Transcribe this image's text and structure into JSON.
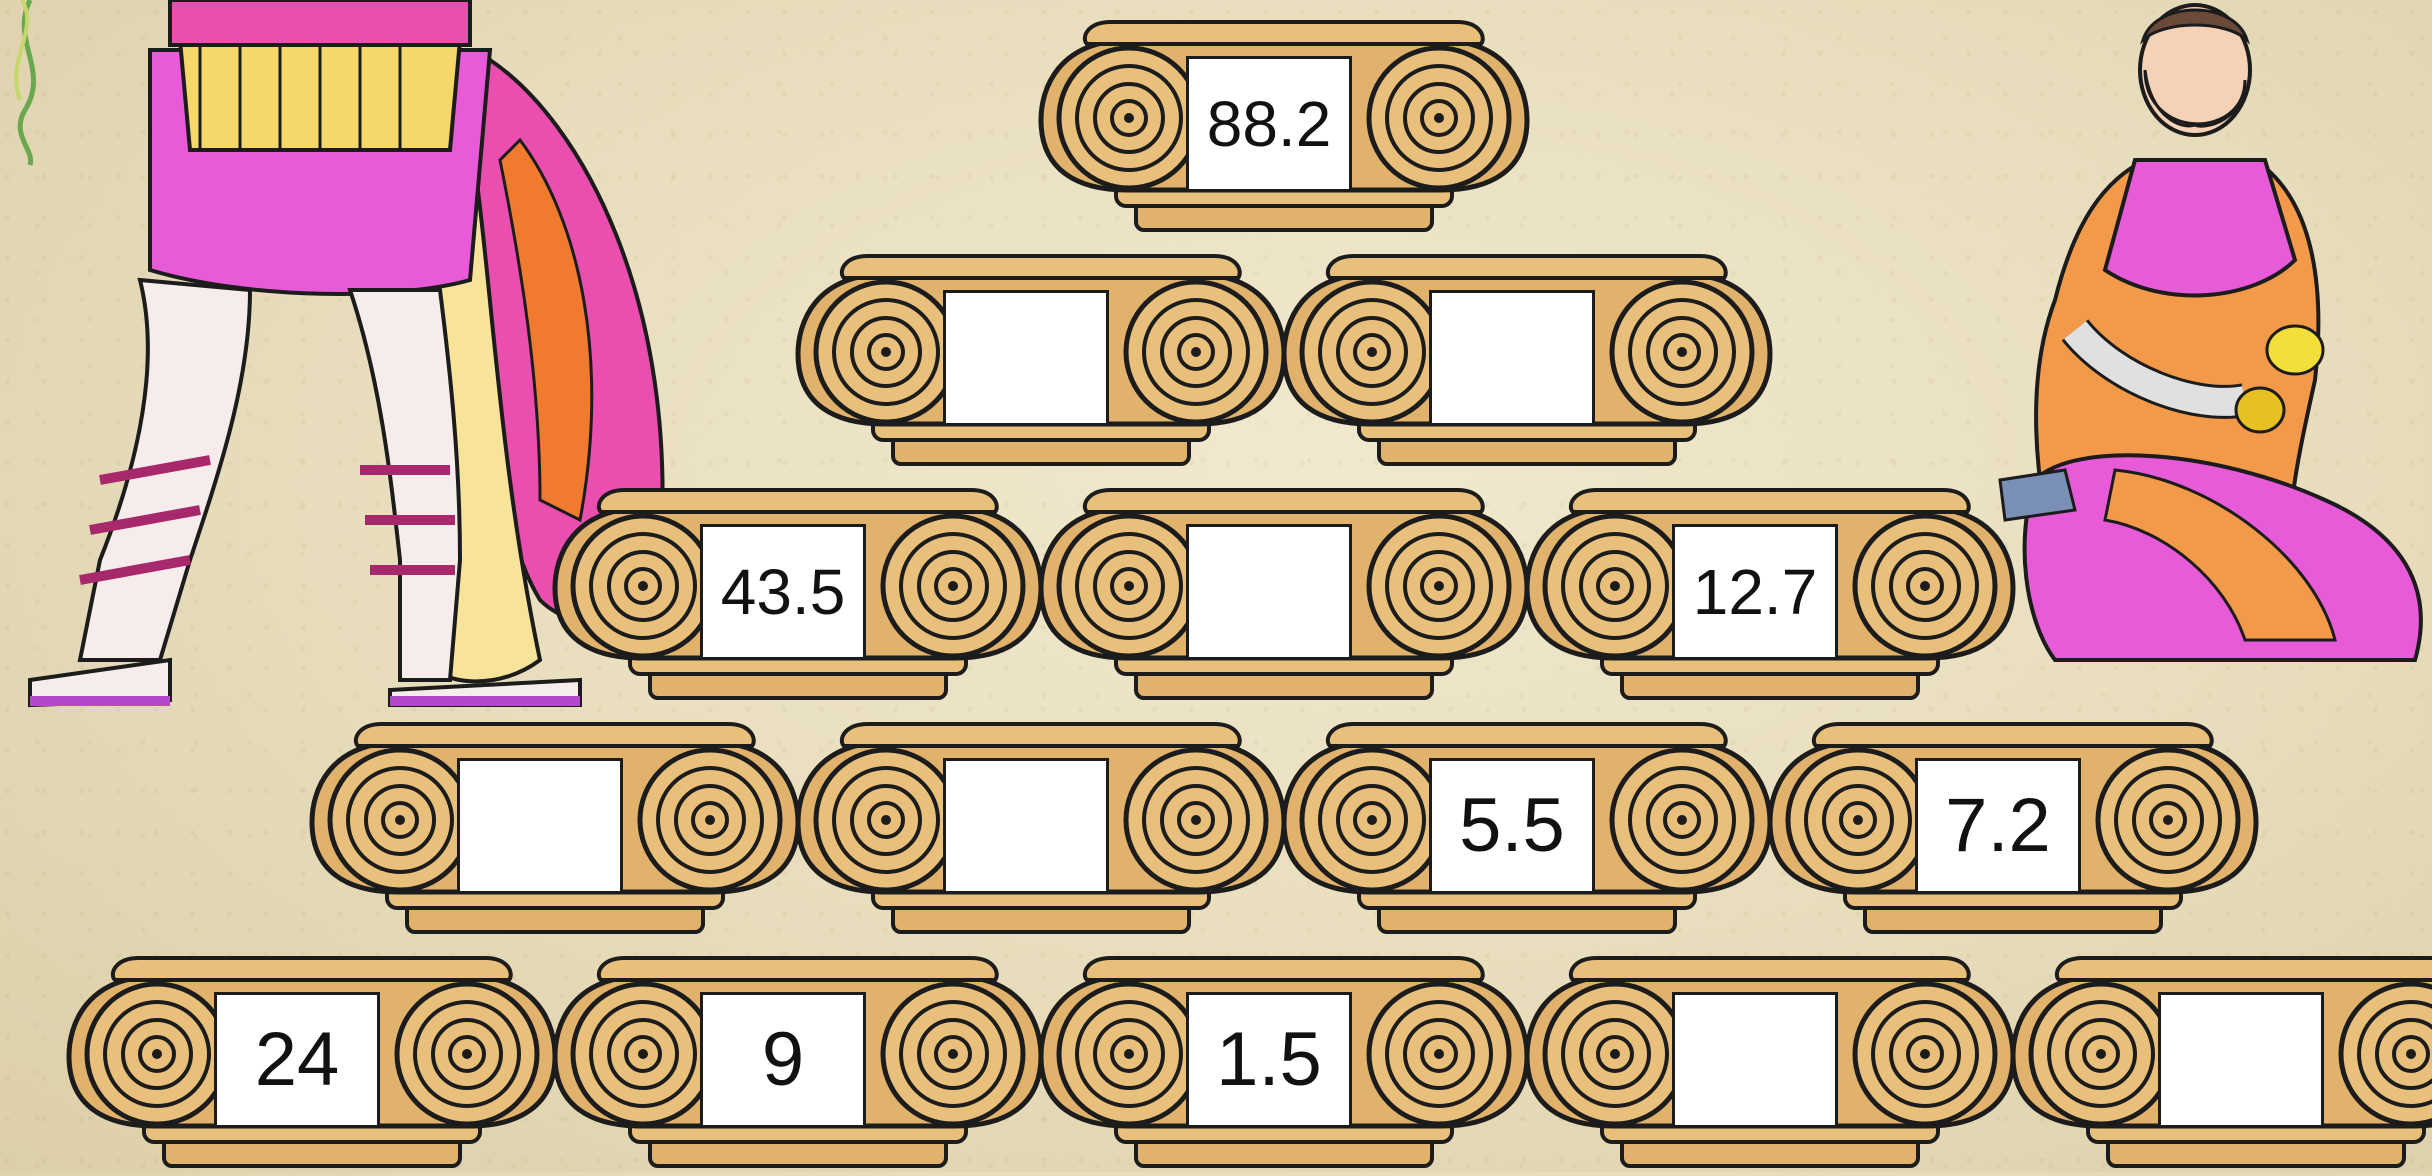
{
  "title": "Number pyramid",
  "rows": [
    {
      "row": 1,
      "cells": [
        {
          "value": "88.2"
        }
      ]
    },
    {
      "row": 2,
      "cells": [
        {
          "value": ""
        },
        {
          "value": ""
        }
      ]
    },
    {
      "row": 3,
      "cells": [
        {
          "value": "43.5"
        },
        {
          "value": ""
        },
        {
          "value": "12.7"
        }
      ]
    },
    {
      "row": 4,
      "cells": [
        {
          "value": ""
        },
        {
          "value": ""
        },
        {
          "value": "5.5"
        },
        {
          "value": "7.2"
        }
      ]
    },
    {
      "row": 5,
      "cells": [
        {
          "value": "24"
        },
        {
          "value": "9"
        },
        {
          "value": "1.5"
        },
        {
          "value": ""
        },
        {
          "value": ""
        }
      ]
    }
  ],
  "colors": {
    "background": "#e9dfbf",
    "capital": "#e0b26c",
    "capital_shade": "#c9914a",
    "outline": "#1c1c1c",
    "box": "#ffffff"
  },
  "figures": [
    {
      "name": "roman-soldier",
      "icon": "roman-soldier-illustration"
    },
    {
      "name": "kneeling-man",
      "icon": "kneeling-man-illustration"
    }
  ]
}
